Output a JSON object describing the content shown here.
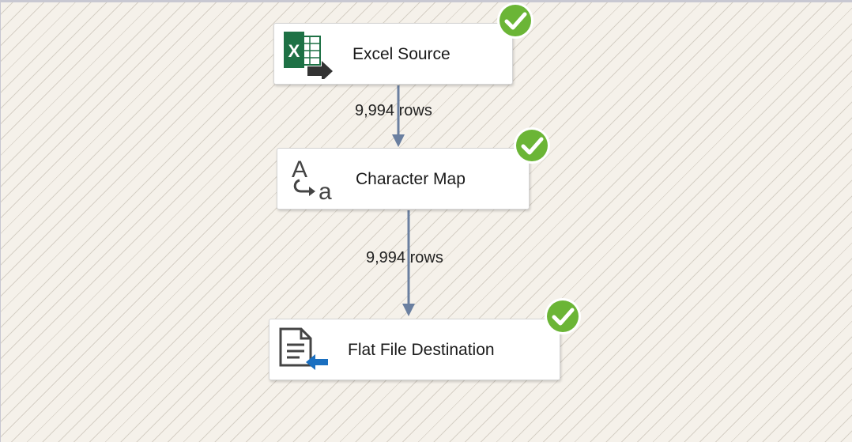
{
  "components": [
    {
      "label": "Excel Source",
      "icon": "excel-source-icon",
      "status": "success"
    },
    {
      "label": "Character Map",
      "icon": "character-map-icon",
      "status": "success"
    },
    {
      "label": "Flat File Destination",
      "icon": "flat-file-destination-icon",
      "status": "success"
    }
  ],
  "paths": [
    {
      "rows_label": "9,994 rows"
    },
    {
      "rows_label": "9,994 rows"
    }
  ],
  "colors": {
    "canvas": "#f5f1ea",
    "hatch": "#d6d0c6",
    "connector": "#6a7fa0",
    "success_green": "#6bb536",
    "excel_green": "#1e7145",
    "arrow_blue": "#1a6fc0"
  }
}
